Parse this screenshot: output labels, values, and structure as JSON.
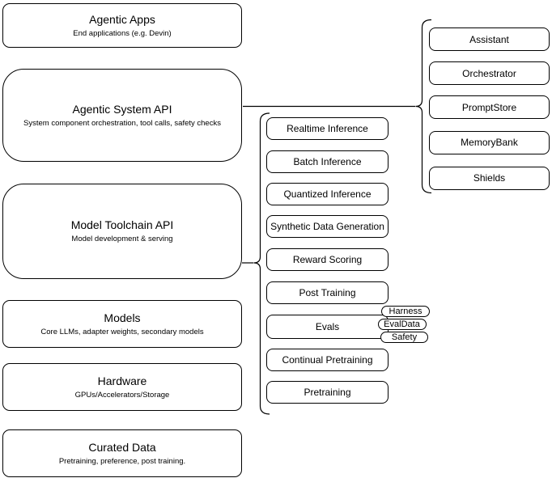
{
  "diagram": {
    "layers": [
      {
        "title": "Agentic Apps",
        "subtitle": "End applications (e.g. Devin)"
      },
      {
        "title": "Agentic System API",
        "subtitle": "System component orchestration, tool calls, safety checks"
      },
      {
        "title": "Model Toolchain API",
        "subtitle": "Model development & serving"
      },
      {
        "title": "Models",
        "subtitle": "Core LLMs, adapter weights, secondary models"
      },
      {
        "title": "Hardware",
        "subtitle": "GPUs/Accelerators/Storage"
      },
      {
        "title": "Curated Data",
        "subtitle": "Pretraining, preference, post training."
      }
    ],
    "toolchain_apis": [
      "Realtime Inference",
      "Batch Inference",
      "Quantized Inference",
      "Synthetic Data Generation",
      "Reward Scoring",
      "Post Training",
      "Evals",
      "Continual Pretraining",
      "Pretraining"
    ],
    "eval_tags": [
      "Harness",
      "EvalData",
      "Safety"
    ],
    "agentic_components": [
      "Assistant",
      "Orchestrator",
      "PromptStore",
      "MemoryBank",
      "Shields"
    ],
    "colors": {
      "border": "#000000",
      "fill": "#ffffff",
      "text": "#000000"
    }
  }
}
